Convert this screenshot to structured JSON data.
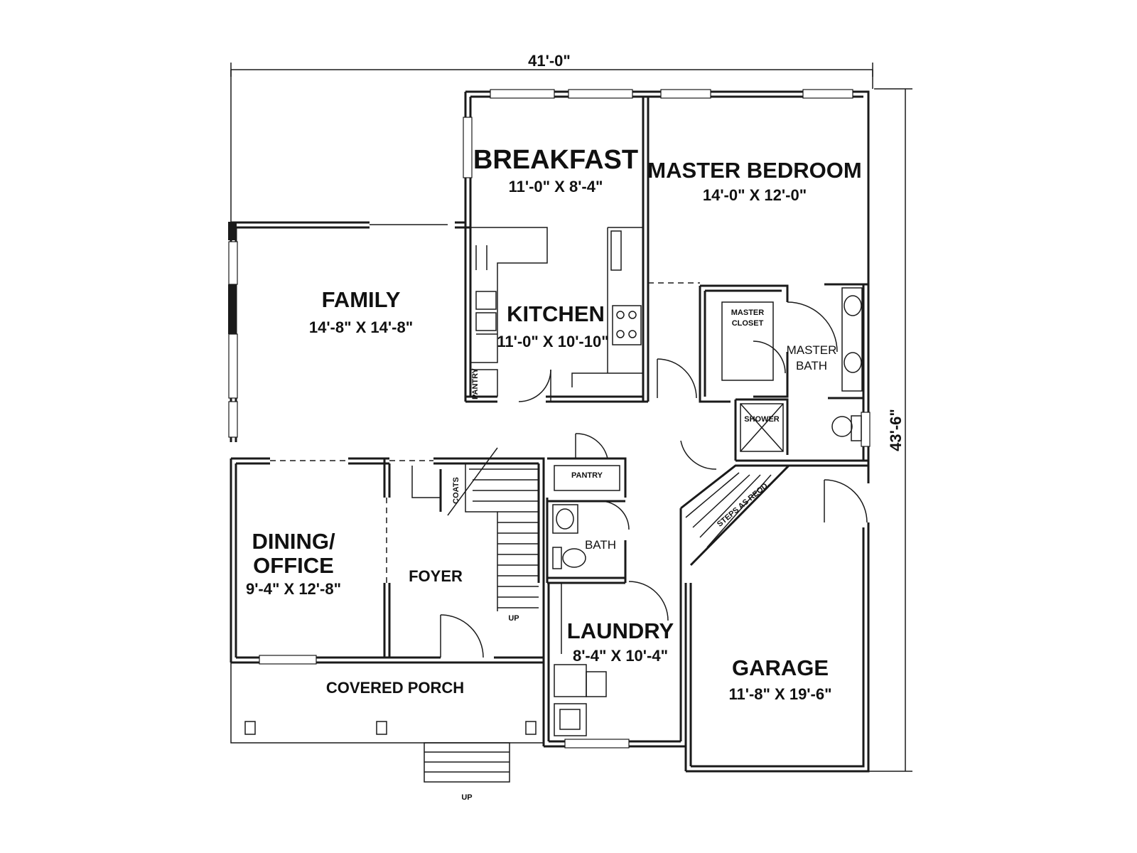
{
  "dimensions": {
    "width": "41'-0\"",
    "depth": "43'-6\""
  },
  "rooms": {
    "breakfast": {
      "name": "BREAKFAST",
      "size": "11'-0\" X 8'-4\""
    },
    "master_bedroom": {
      "name": "MASTER BEDROOM",
      "size": "14'-0\" X 12'-0\""
    },
    "family": {
      "name": "FAMILY",
      "size": "14'-8\" X 14'-8\""
    },
    "kitchen": {
      "name": "KITCHEN",
      "size": "11'-0\" X 10'-10\""
    },
    "dining": {
      "name_line1": "DINING/",
      "name_line2": "OFFICE",
      "size": "9'-4\" X 12'-8\""
    },
    "foyer": {
      "name": "FOYER"
    },
    "laundry": {
      "name": "LAUNDRY",
      "size": "8'-4\" X 10'-4\""
    },
    "garage": {
      "name": "GARAGE",
      "size": "11'-8\" X 19'-6\""
    },
    "covered_porch": {
      "name": "COVERED PORCH"
    }
  },
  "labels": {
    "master_closet_line1": "MASTER",
    "master_closet_line2": "CLOSET",
    "master_bath_line1": "MASTER",
    "master_bath_line2": "BATH",
    "shower": "SHOWER",
    "pantry_kitchen": "PANTRY",
    "pantry_hall": "PANTRY",
    "bath": "BATH",
    "coats": "COATS",
    "stair_up": "UP",
    "porch_up": "UP",
    "steps_as_reqd": "STEPS AS REQD."
  }
}
